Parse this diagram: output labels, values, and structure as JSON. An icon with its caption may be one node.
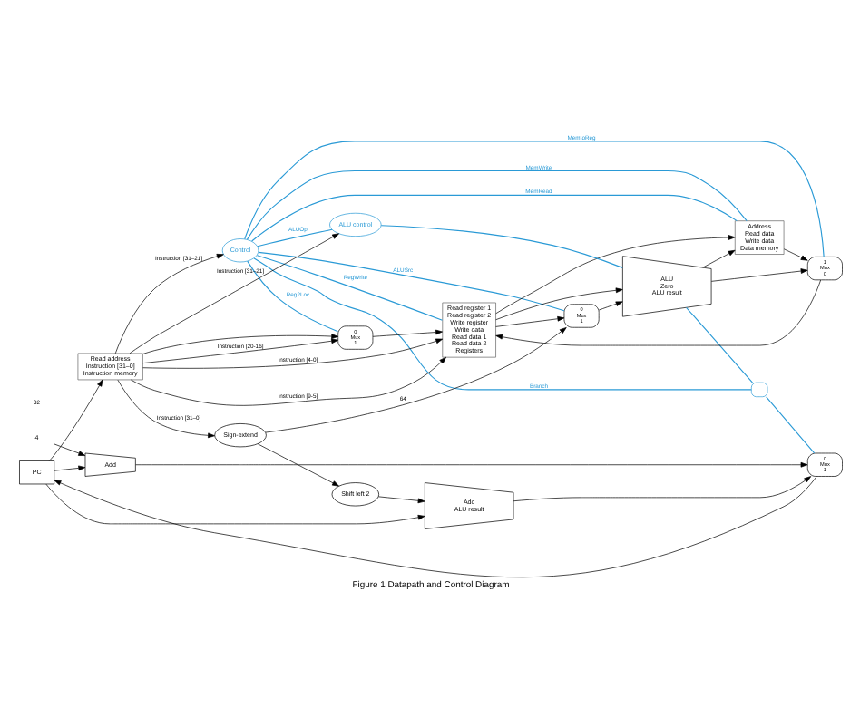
{
  "diagram": {
    "caption": "Figure 1 Datapath and Control Diagram",
    "nodes": [
      {
        "text": [
          "PC"
        ]
      },
      {
        "text": [
          "Add"
        ]
      },
      {
        "text": [
          "4"
        ]
      },
      {
        "text": [
          "0",
          "Mux",
          "1"
        ]
      },
      {
        "text": [
          "Add",
          "ALU result"
        ]
      },
      {
        "text": [
          "Shift left 2"
        ]
      },
      {
        "text": [],
        "shape": "gate"
      },
      {
        "text": [
          "Control"
        ]
      },
      {
        "text": [
          "Read address",
          "Instruction [31–0]",
          "Instruction memory"
        ]
      },
      {
        "text": [
          "Read register 1",
          "Read register 2",
          "Write register",
          "Write data",
          "Read data 1",
          "Read data 2",
          "Registers"
        ]
      },
      {
        "text": [
          "0",
          "Mux",
          "1"
        ]
      },
      {
        "text": [
          "Sign-extend"
        ]
      },
      {
        "text": [
          "0",
          "Mux",
          "1"
        ]
      },
      {
        "text": [
          "ALU",
          "Zero",
          "ALU result"
        ]
      },
      {
        "text": [
          "ALU control"
        ]
      },
      {
        "text": [
          "Address",
          "Read data",
          "Write data",
          "Data memory"
        ]
      },
      {
        "text": [
          "1",
          "Mux",
          "0"
        ]
      }
    ],
    "edges": [
      {
        "from": 0,
        "to": 1,
        "arrow": "to"
      },
      {
        "from": 2,
        "to": 1,
        "arrow": "to"
      },
      {
        "from": 1,
        "to": 3,
        "arrow": "to"
      },
      {
        "from": 3,
        "to": 0,
        "arrow": "to"
      },
      {
        "from": 0,
        "to": 4,
        "arrow": "to"
      },
      {
        "from": 5,
        "to": 4,
        "arrow": "to"
      },
      {
        "from": 4,
        "to": 3,
        "arrow": "to"
      },
      {
        "from": 6,
        "to": 3,
        "arrow": "none",
        "color": "#2a9ad6"
      },
      {
        "from": 0,
        "to": 8,
        "arrow": "to"
      },
      {
        "from": 8,
        "to": 7,
        "label": "Instruction [31–21]",
        "arrow": "to"
      },
      {
        "from": 8,
        "to": 9,
        "label": "Instruction [9-5]",
        "arrow": "to"
      },
      {
        "from": 8,
        "to": 10,
        "label": "Instruction [20-16]",
        "arrow": "to"
      },
      {
        "from": 8,
        "to": 9,
        "label": "Instruction [4-0]",
        "arrow": "to"
      },
      {
        "from": 8,
        "to": 10,
        "arrow": "to"
      },
      {
        "from": 8,
        "to": 11,
        "label": "Instruction [31–0]",
        "arrow": "to"
      },
      {
        "from": 8,
        "to": 14,
        "label": "Instruction [31–21]",
        "arrow": "to"
      },
      {
        "from": 11,
        "to": 12,
        "label": "64",
        "arrow": "to"
      },
      {
        "from": 11,
        "to": 5,
        "arrow": "to"
      },
      {
        "from": 7,
        "to": 10,
        "label": "Reg2Loc",
        "arrow": "none",
        "color": "#2a9ad6"
      },
      {
        "from": 7,
        "to": 6,
        "label": "Branch",
        "arrow": "none",
        "color": "#2a9ad6"
      },
      {
        "from": 7,
        "to": 15,
        "label": "MemRead",
        "arrow": "none",
        "color": "#2a9ad6"
      },
      {
        "from": 7,
        "to": 16,
        "label": "MemtoReg",
        "arrow": "none",
        "color": "#2a9ad6"
      },
      {
        "from": 7,
        "to": 14,
        "label": "ALUOp",
        "arrow": "none",
        "color": "#2a9ad6"
      },
      {
        "from": 7,
        "to": 15,
        "label": "MemWrite",
        "arrow": "none",
        "color": "#2a9ad6"
      },
      {
        "from": 7,
        "to": 12,
        "label": "ALUSrc",
        "arrow": "none",
        "color": "#2a9ad6"
      },
      {
        "from": 7,
        "to": 9,
        "label": "RegWrite",
        "arrow": "none",
        "color": "#2a9ad6"
      },
      {
        "from": 13,
        "to": 6,
        "arrow": "none",
        "color": "#2a9ad6"
      },
      {
        "from": 10,
        "to": 9,
        "arrow": "to"
      },
      {
        "from": 9,
        "to": 13,
        "arrow": "to"
      },
      {
        "from": 9,
        "to": 12,
        "arrow": "to"
      },
      {
        "from": 9,
        "to": 15,
        "arrow": "to"
      },
      {
        "from": 12,
        "to": 13,
        "arrow": "to"
      },
      {
        "from": 14,
        "to": 13,
        "arrow": "none",
        "color": "#2a9ad6"
      },
      {
        "from": 13,
        "to": 15,
        "arrow": "to"
      },
      {
        "from": 13,
        "to": 16,
        "arrow": "to"
      },
      {
        "from": 15,
        "to": 16,
        "arrow": "to"
      },
      {
        "from": 16,
        "to": 9,
        "arrow": "to"
      }
    ],
    "labels": [
      "32"
    ]
  }
}
